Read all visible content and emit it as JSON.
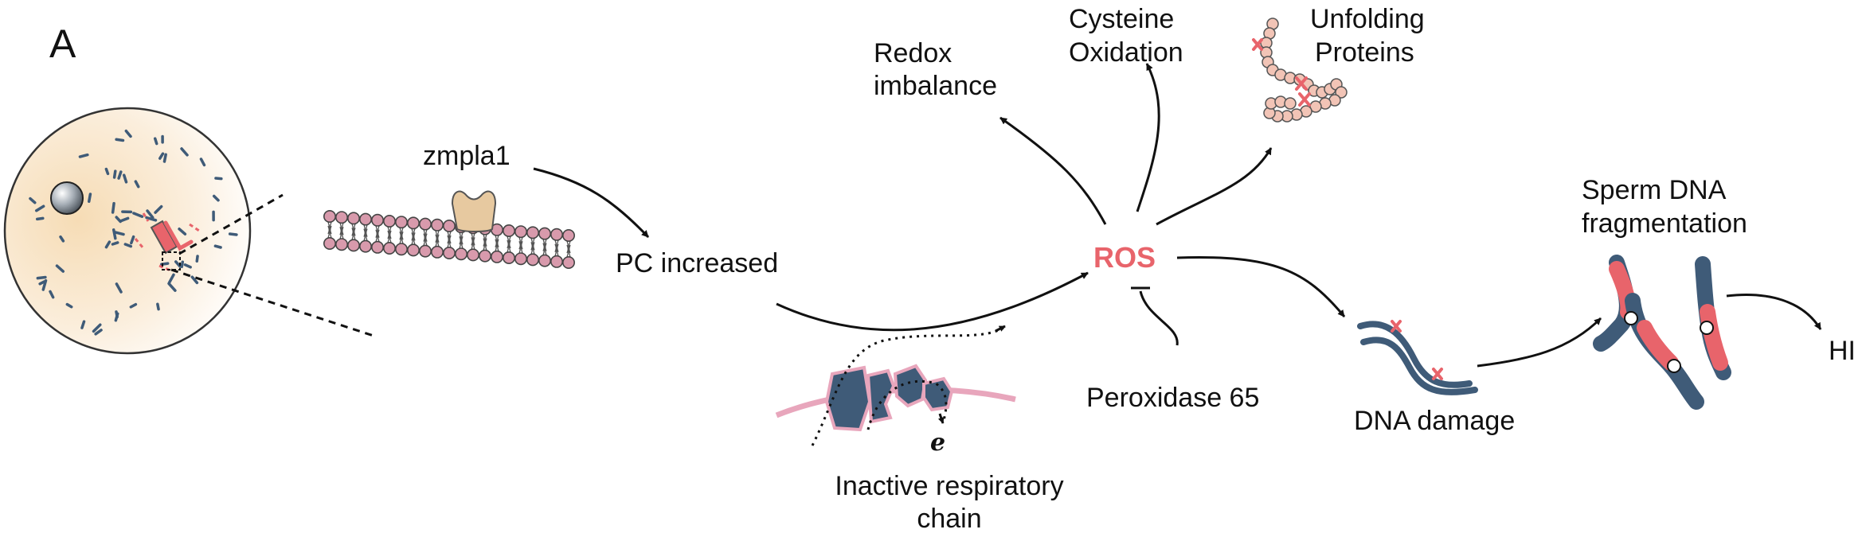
{
  "panel_label": "A",
  "colors": {
    "ros": "#e8646b",
    "chromatin": "#3f5b78",
    "membrane_lipid": "#d89aac",
    "protein_bead": "#f2c4b6",
    "cell_fill": "#f8e6cc",
    "enzyme": "#e7c9a0"
  },
  "labels": {
    "zmpla1": "zmpla1",
    "pc_increased": "PC increased",
    "respiratory_chain_line1": "Inactive respiratory",
    "respiratory_chain_line2": "chain",
    "electron": "e",
    "ros": "ROS",
    "redox_line1": "Redox",
    "redox_line2": "imbalance",
    "cysteine_line1": "Cysteine",
    "cysteine_line2": "Oxidation",
    "unfolding_line1": "Unfolding",
    "unfolding_line2": "Proteins",
    "peroxidase": "Peroxidase 65",
    "dna_damage": "DNA damage",
    "sperm_line1": "Sperm DNA",
    "sperm_line2": "fragmentation",
    "hi": "HI"
  }
}
